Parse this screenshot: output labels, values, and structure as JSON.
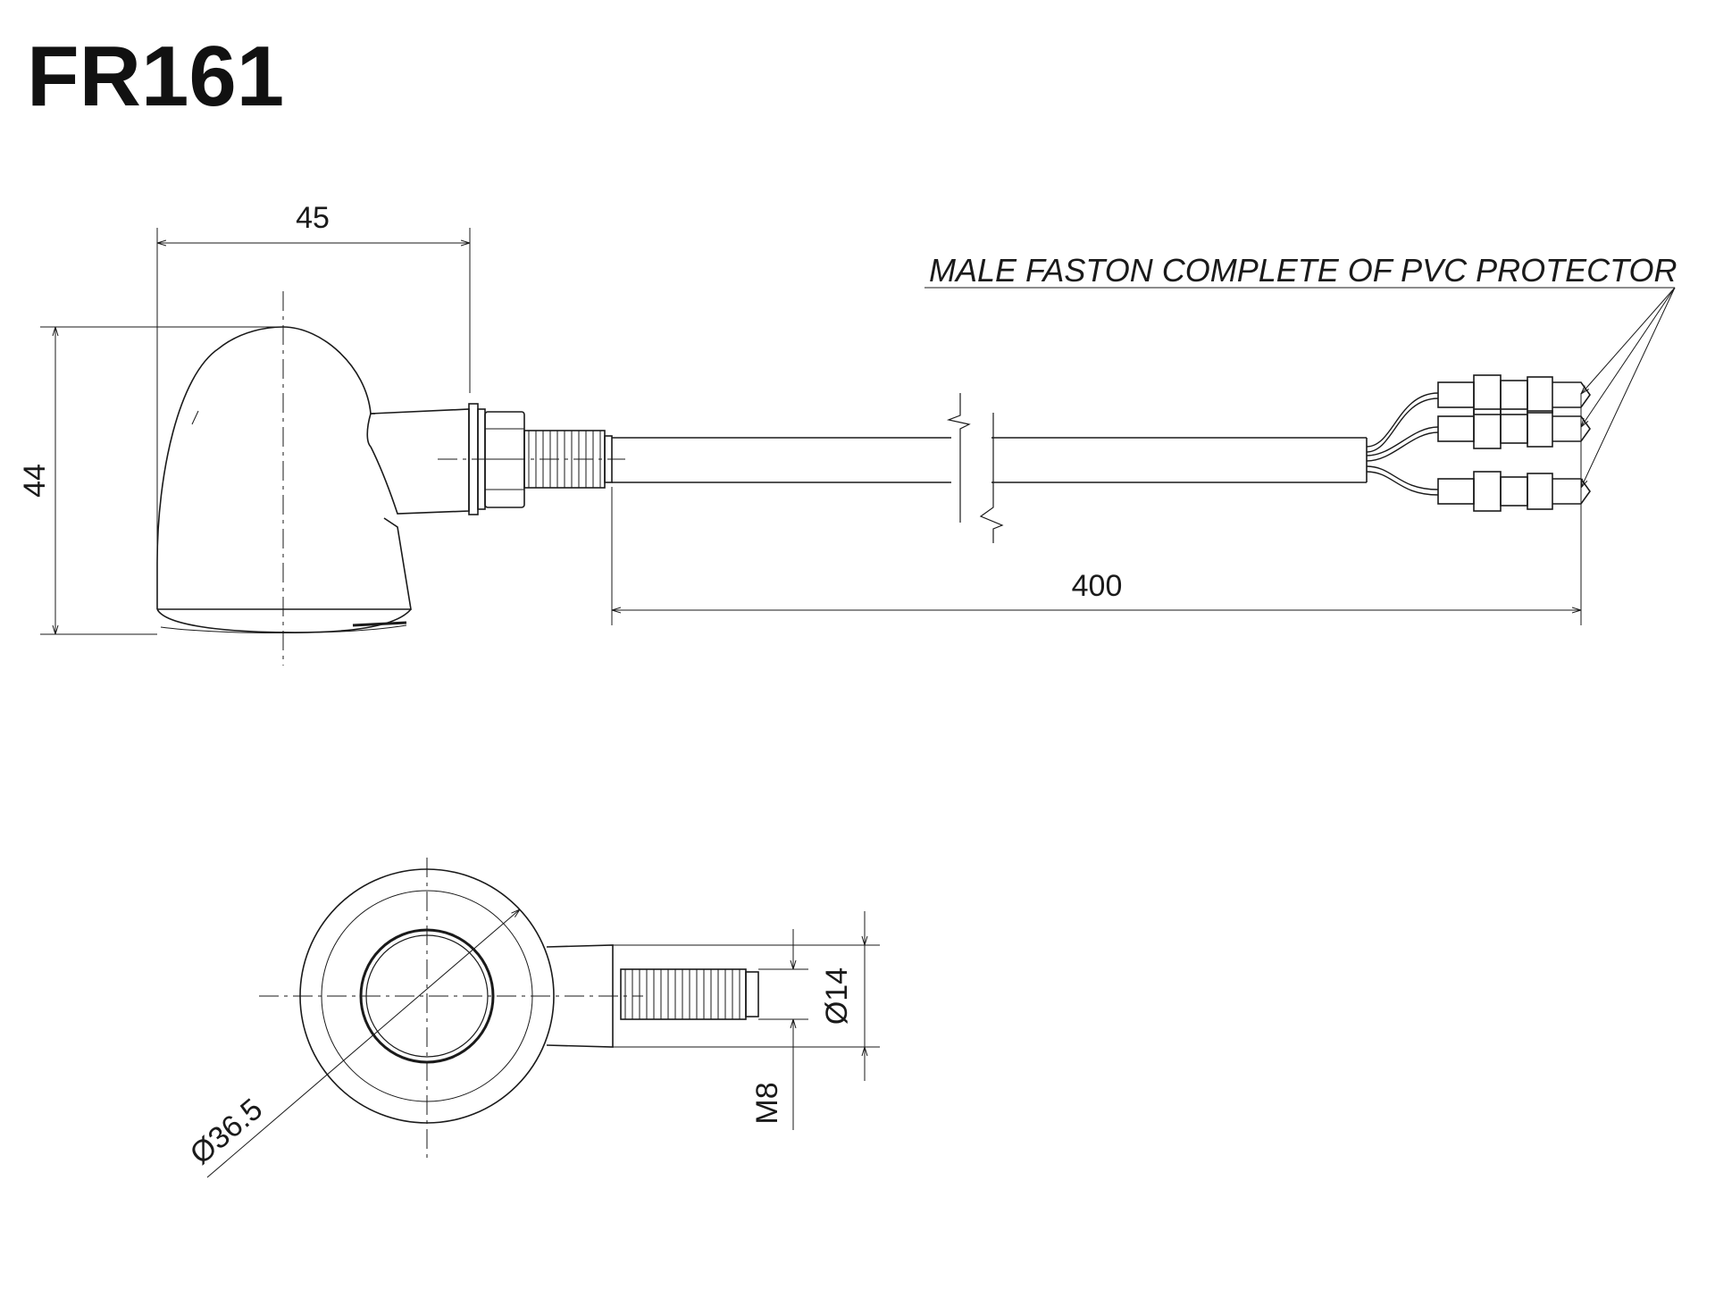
{
  "title": "FR161",
  "side_view": {
    "width_label": "45",
    "height_label": "44",
    "cable_length_label": "400",
    "connector_note": "MALE FASTON COMPLETE OF PVC PROTECTOR"
  },
  "front_view": {
    "body_diameter_label": "Ø36.5",
    "bracket_diameter_label": "Ø14",
    "thread_label": "M8"
  },
  "colors": {
    "line": "#1a1a1a",
    "background": "#ffffff"
  }
}
